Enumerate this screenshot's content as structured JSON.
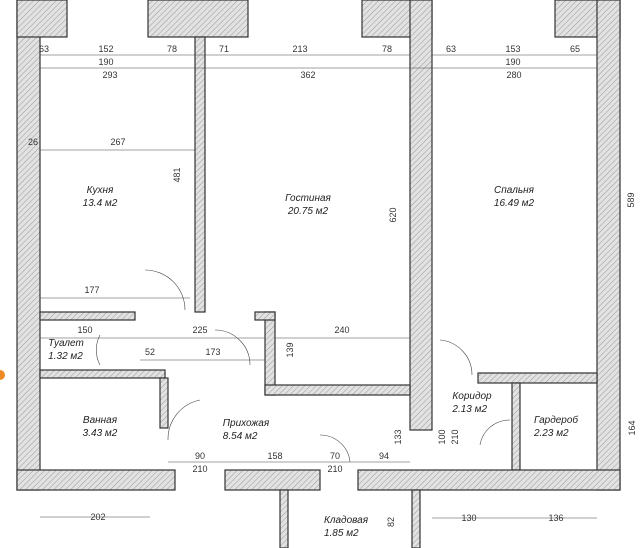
{
  "rooms": [
    {
      "name": "Кухня",
      "area": "13.4 м2"
    },
    {
      "name": "Гостиная",
      "area": "20.75 м2"
    },
    {
      "name": "Спальня",
      "area": "16.49 м2"
    },
    {
      "name": "Туалет",
      "area": "1.32 м2"
    },
    {
      "name": "Ванная",
      "area": "3.43 м2"
    },
    {
      "name": "Прихожая",
      "area": "8.54 м2"
    },
    {
      "name": "Коридор",
      "area": "2.13 м2"
    },
    {
      "name": "Гардероб",
      "area": "2.23 м2"
    },
    {
      "name": "Кладовая",
      "area": "1.85 м2"
    }
  ],
  "dims": [
    "63",
    "152",
    "78",
    "71",
    "213",
    "78",
    "63",
    "153",
    "65",
    "190",
    "190",
    "293",
    "362",
    "280",
    "26",
    "267",
    "481",
    "620",
    "589",
    "177",
    "150",
    "225",
    "240",
    "52",
    "173",
    "139",
    "133",
    "100",
    "210",
    "164",
    "90",
    "158",
    "70",
    "94",
    "210",
    "210",
    "202",
    "130",
    "136",
    "82"
  ],
  "colors": {
    "wall": "#d9d9d9",
    "line": "#333333",
    "accent": "#f08a24"
  }
}
